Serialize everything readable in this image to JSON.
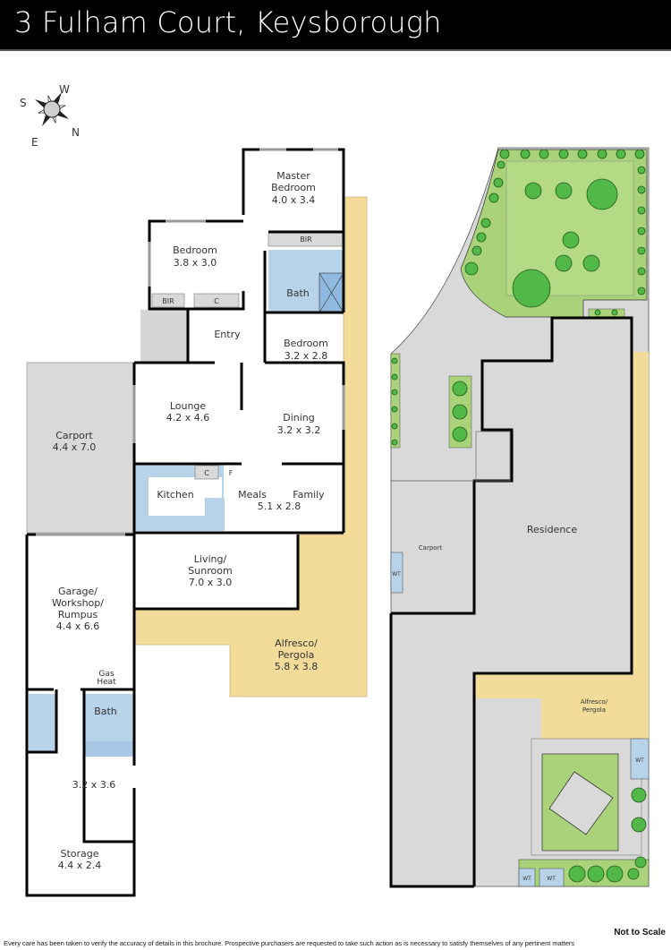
{
  "header": {
    "title": "3 Fulham Court, Keysborough"
  },
  "compass": {
    "labels": {
      "north": "N",
      "south": "S",
      "east": "E",
      "west": "W"
    }
  },
  "floorplan": {
    "rooms": [
      {
        "id": "master-bedroom",
        "name": "Master\nBedroom",
        "line1": "Master",
        "line2": "Bedroom",
        "dims": "4.0 x 3.4"
      },
      {
        "id": "bedroom-2",
        "name": "Bedroom",
        "dims": "3.8 x 3.0"
      },
      {
        "id": "bedroom-3",
        "name": "Bedroom",
        "dims": "3.2 x 2.8"
      },
      {
        "id": "bath-main",
        "name": "Bath"
      },
      {
        "id": "entry",
        "name": "Entry"
      },
      {
        "id": "lounge",
        "name": "Lounge",
        "dims": "4.2 x 4.6"
      },
      {
        "id": "dining",
        "name": "Dining",
        "dims": "3.2 x 3.2"
      },
      {
        "id": "kitchen",
        "name": "Kitchen"
      },
      {
        "id": "meals",
        "name": "Meals"
      },
      {
        "id": "family",
        "name": "Family",
        "dims": "5.1 x 2.8"
      },
      {
        "id": "carport",
        "name": "Carport",
        "dims": "4.4 x 7.0"
      },
      {
        "id": "living-sunroom",
        "line1": "Living/",
        "line2": "Sunroom",
        "dims": "7.0 x 3.0"
      },
      {
        "id": "garage",
        "line1": "Garage/",
        "line2": "Workshop/",
        "line3": "Rumpus",
        "dims": "4.4 x 6.6"
      },
      {
        "id": "alfresco",
        "line1": "Alfresco/",
        "line2": "Pergola",
        "dims": "5.8 x 3.8"
      },
      {
        "id": "gas-heat",
        "line1": "Gas",
        "line2": "Heat"
      },
      {
        "id": "bath-rear",
        "name": "Bath"
      },
      {
        "id": "rear-room",
        "dims": "3.2 x 3.6"
      },
      {
        "id": "storage",
        "name": "Storage",
        "dims": "4.4 x 2.4"
      }
    ],
    "small_labels": {
      "bir": "BIR",
      "cupboard": "C",
      "fridge": "F"
    }
  },
  "siteplan": {
    "labels": {
      "residence": "Residence",
      "carport": "Carport",
      "alfresco_line1": "Alfresco/",
      "alfresco_line2": "Pergola",
      "water_tank": "WT"
    }
  },
  "footer": {
    "scale_note": "Not to Scale",
    "disclaimer": "Every care has been taken to verify the accuracy of details in this brochure. Prospective purchasers are requested to take such action as is necessary to satisfy themselves of any pertinent matters"
  },
  "colors": {
    "wall": "#000000",
    "wet_area": "#b7d3ea",
    "outdoor_deck": "#f3dc9a",
    "garage_grey": "#d9d9d9",
    "lawn": "#a9d27a",
    "tree": "#52b848"
  }
}
